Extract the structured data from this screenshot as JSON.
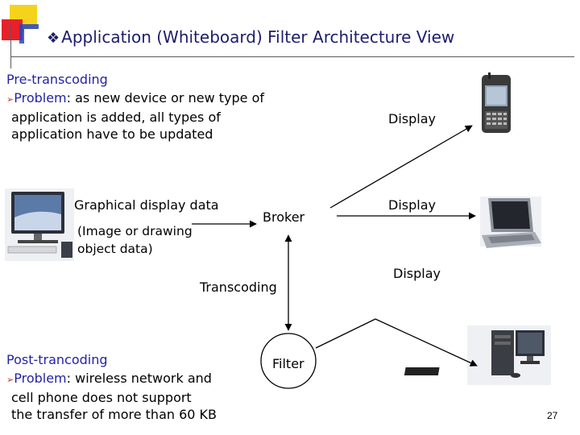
{
  "title": {
    "bullet": "❖",
    "text": "Application (Whiteboard) Filter Architecture View"
  },
  "pre": {
    "heading": "Pre-transcoding",
    "problem_label": "Problem",
    "problem_text_1": ": as new device or new type of",
    "problem_text_2": "application is added, all types of",
    "problem_text_3": "application have to be updated"
  },
  "diagram": {
    "graphical_display": "Graphical display data",
    "image_data_1": "(Image or drawing",
    "image_data_2": "object data)",
    "broker": "Broker",
    "transcoding": "Transcoding",
    "filter": "Filter",
    "display_1": "Display",
    "display_2": "Display",
    "display_3": "Display"
  },
  "post": {
    "heading": "Post-trancoding",
    "problem_label": "Problem",
    "problem_text_1": ": wireless network and",
    "problem_text_2": "cell phone does not support",
    "problem_text_3": "the transfer of more than 60 KB"
  },
  "page_number": "27",
  "icons": {
    "bullet_arrow": "➢",
    "desktop": "desktop-computer-icon",
    "pda": "pda-phone-icon",
    "laptop": "laptop-icon",
    "pc_tower": "pc-tower-icon"
  },
  "colors": {
    "title": "#1d1d6b",
    "heading_blue": "#2323a6",
    "bullet_arrow": "#c0392b"
  }
}
